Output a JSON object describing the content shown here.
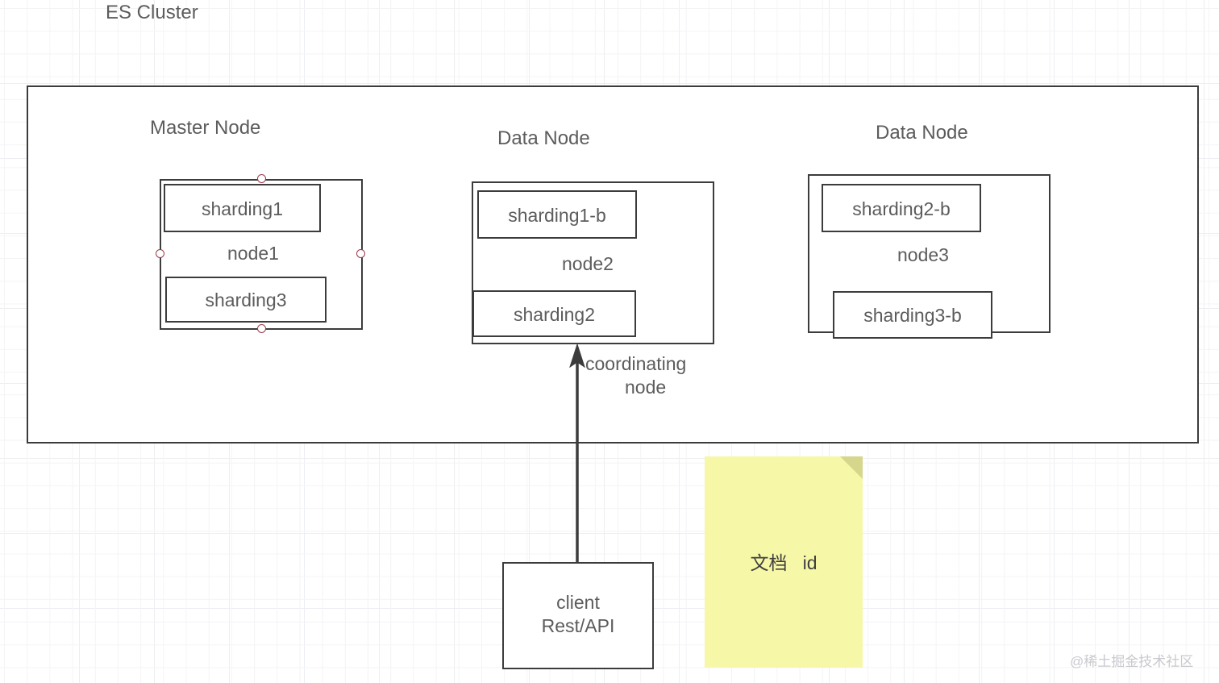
{
  "diagram": {
    "title": "ES Cluster",
    "cluster_label": "ES Cluster",
    "watermark": "@稀土掘金技术社区",
    "colors": {
      "stroke": "#3c3c3c",
      "text": "#5c5c5c",
      "handle": "#9b3b4c",
      "sticky_fill": "#f7f7a8",
      "sticky_fold": "#d6d68c",
      "background": "#ffffff",
      "grid": "#eceef1"
    }
  },
  "nodes": [
    {
      "id": "node1",
      "heading": "Master Node",
      "name": "node1",
      "selected": true,
      "shards": [
        {
          "id": "sharding1",
          "label": "sharding1"
        },
        {
          "id": "sharding3",
          "label": "sharding3"
        }
      ]
    },
    {
      "id": "node2",
      "heading": "Data Node",
      "name": "node2",
      "selected": false,
      "shards": [
        {
          "id": "sharding1-b",
          "label": "sharding1-b"
        },
        {
          "id": "sharding2",
          "label": "sharding2"
        }
      ]
    },
    {
      "id": "node3",
      "heading": "Data Node",
      "name": "node3",
      "selected": false,
      "shards": [
        {
          "id": "sharding2-b",
          "label": "sharding2-b"
        },
        {
          "id": "sharding3-b",
          "label": "sharding3-b"
        }
      ]
    }
  ],
  "client": {
    "line1": "client",
    "line2": "Rest/API"
  },
  "annotations": {
    "coordinating_line1": "coordinating",
    "coordinating_line2": "node"
  },
  "sticky_note": {
    "text": "文档   id"
  }
}
